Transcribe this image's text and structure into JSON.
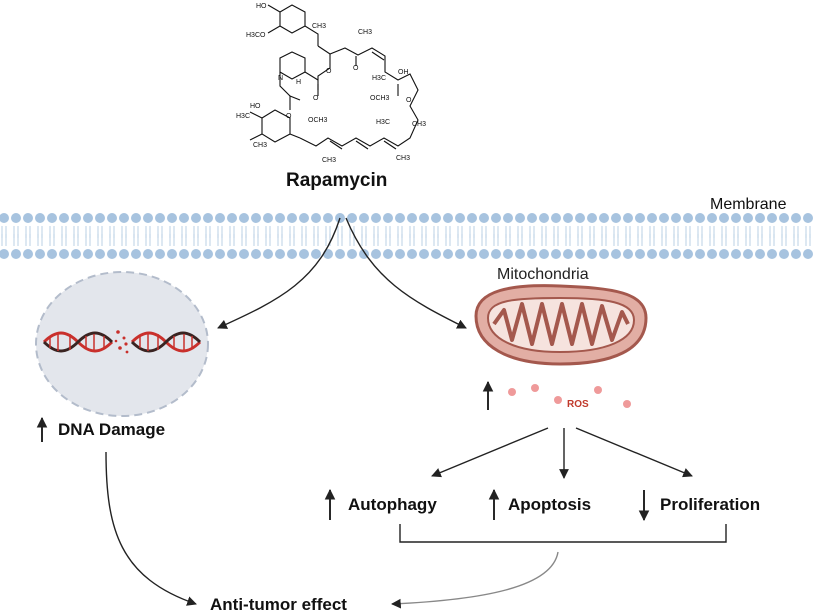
{
  "drug": {
    "name": "Rapamycin",
    "atom_labels": [
      "HO",
      "H3CO",
      "N",
      "H",
      "O",
      "O",
      "O",
      "O",
      "O",
      "HO",
      "OH",
      "H3C",
      "H3C",
      "OCH3",
      "OCH3",
      "H3C",
      "CH3",
      "CH3",
      "CH3",
      "CH3",
      "CH3",
      "CH3"
    ]
  },
  "membrane": {
    "label": "Membrane"
  },
  "organelle": {
    "label": "Mitochondria",
    "ros_label": "ROS"
  },
  "effects": {
    "dna_damage": {
      "label": "DNA Damage",
      "direction": "up"
    },
    "autophagy": {
      "label": "Autophagy",
      "direction": "up"
    },
    "apoptosis": {
      "label": "Apoptosis",
      "direction": "up"
    },
    "proliferation": {
      "label": "Proliferation",
      "direction": "down"
    },
    "ros": {
      "direction": "up"
    }
  },
  "outcome": {
    "label": "Anti-tumor effect"
  },
  "colors": {
    "membrane_head": "#a7c3df",
    "membrane_tail": "#c6d8ea",
    "mito_fill": "#e2aea4",
    "mito_stroke": "#a4584d",
    "ros_dot": "#ef9a9a",
    "dna_red": "#c9302c",
    "dna_dark": "#3a2422",
    "nucleus_fill": "#e3e6ec",
    "nucleus_stroke": "#b3bccb"
  }
}
